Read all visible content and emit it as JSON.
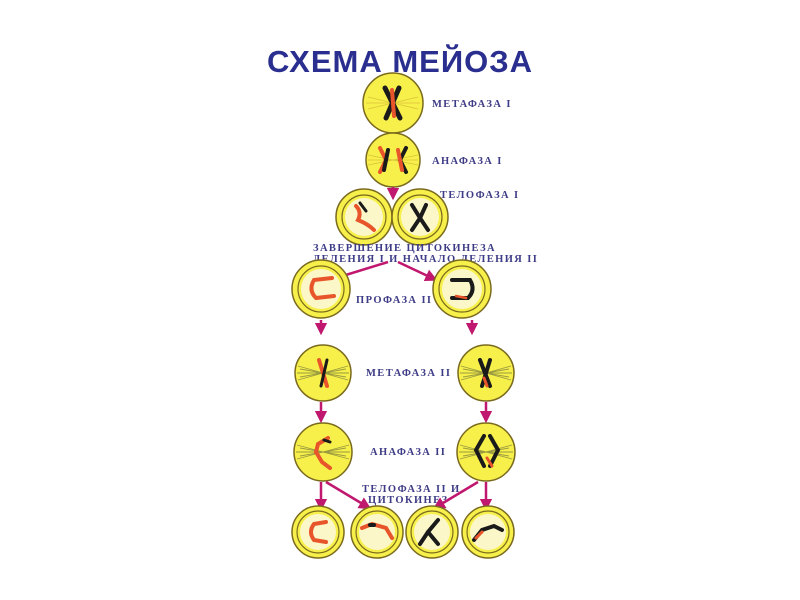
{
  "title": "СХЕМА МЕЙОЗА",
  "labels": {
    "metaphase1": "МЕТАФАЗА I",
    "anaphase1": "АНАФАЗА I",
    "telophase1": "ТЕЛОФАЗА I",
    "cytokinesis_line1": "ЗАВЕРШЕНИЕ ЦИТОКИНЕЗА",
    "cytokinesis_line2": "ДЕЛЕНИЯ I И НАЧАЛО ДЕЛЕНИЯ II",
    "prophase2": "ПРОФАЗА II",
    "metaphase2": "МЕТАФАЗА II",
    "anaphase2": "АНАФАЗА II",
    "telophase2_line1": "ТЕЛОФАЗА II И",
    "telophase2_line2": "ЦИТОКИНЕЗ"
  },
  "colors": {
    "title": "#2a2f8f",
    "cell_fill": "#f7f04a",
    "cell_outline": "#7a6a1e",
    "arrow": "#c0176f",
    "chromosome_red": "#e8552a",
    "chromosome_black": "#1a1a1a",
    "label": "#3e3c86"
  }
}
